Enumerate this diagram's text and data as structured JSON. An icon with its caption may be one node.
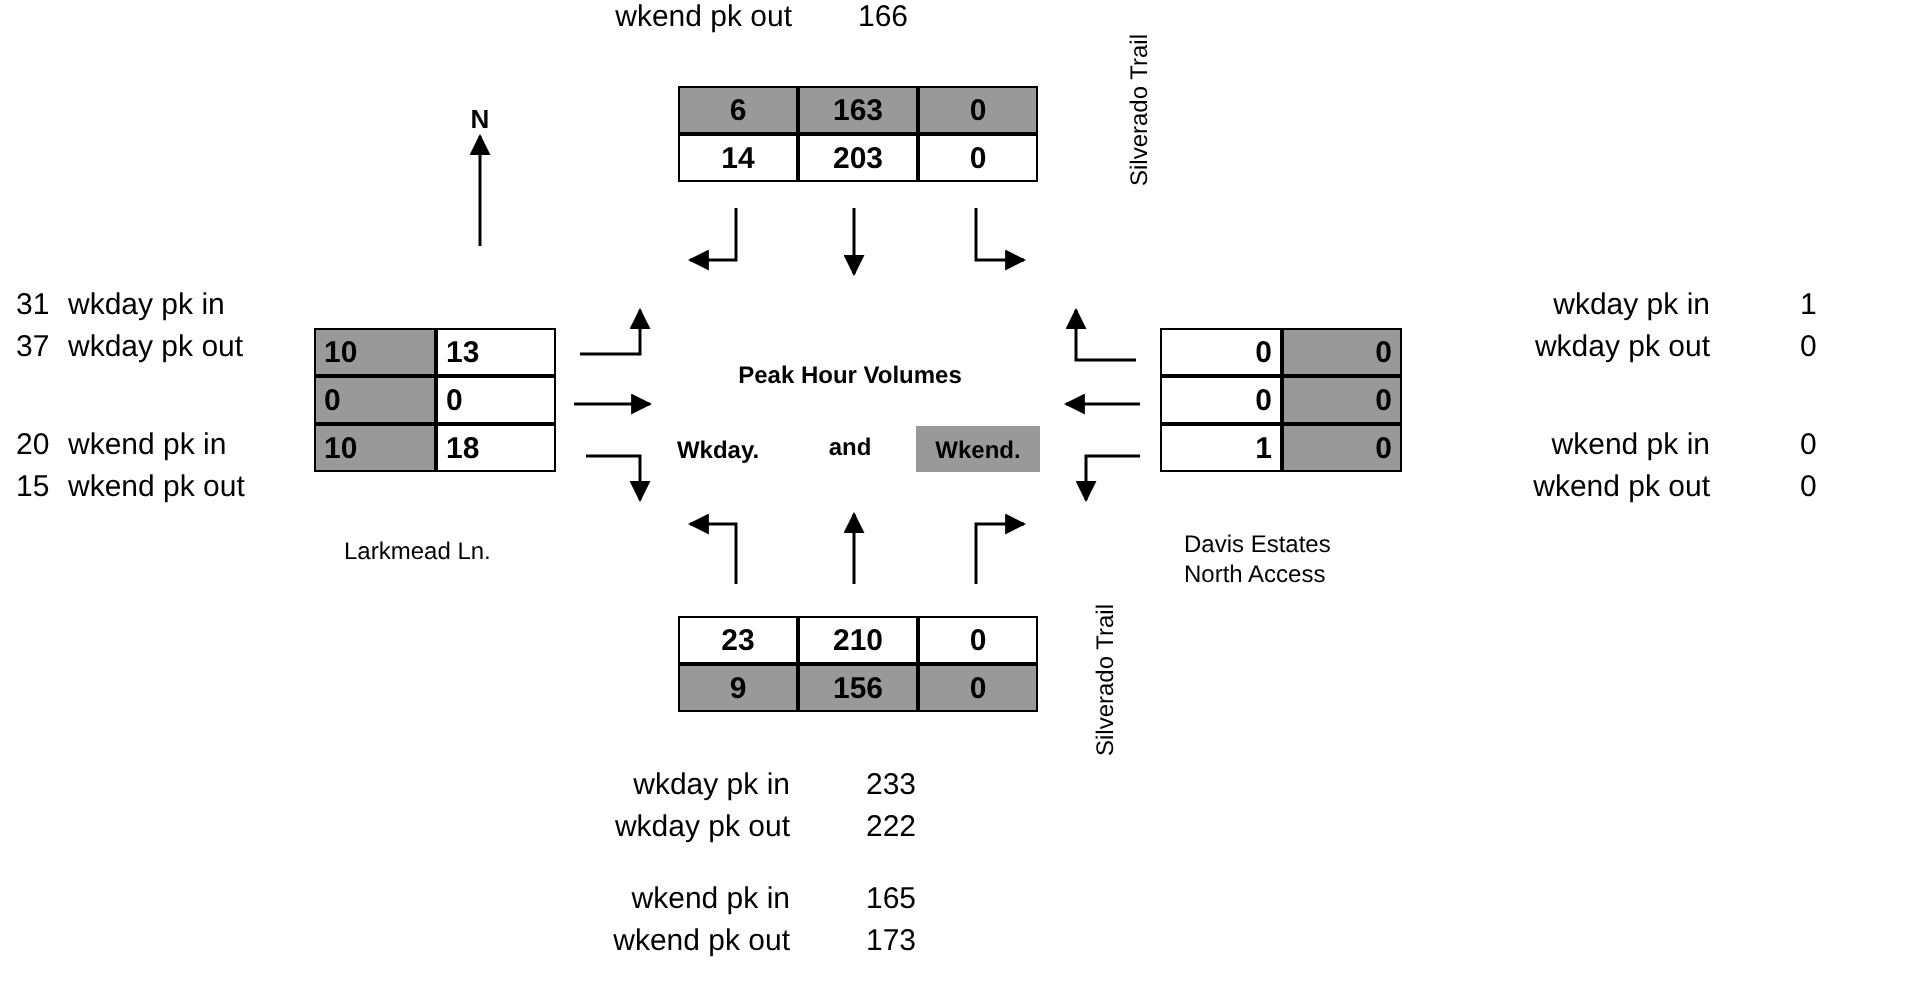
{
  "diagram": {
    "title": "Peak Hour Volumes",
    "labels": [
      "wkend pk out",
      "166",
      "N",
      "6",
      "163",
      "0",
      "Silverado Trail",
      "14",
      "203",
      "0",
      "31",
      "wkday pk in",
      "wkday pk in",
      "1",
      "37",
      "wkday pk out",
      "10",
      "13",
      "0",
      "0",
      "wkday pk out",
      "0",
      "0",
      "0",
      "0",
      "0",
      "20",
      "wkend pk in",
      "10",
      "18",
      "and",
      "1",
      "0",
      "wkend pk in",
      "0",
      "15",
      "wkend pk out",
      "wkend pk out",
      "0",
      "Larkmead Ln.",
      "Davis Estates North Access",
      "23",
      "210",
      "0",
      "Silverado Trail",
      "9",
      "156",
      "0",
      "wkday pk in",
      "233",
      "wkday pk out",
      "222",
      "wkend pk in",
      "165",
      "wkend pk out",
      "173"
    ],
    "legend": [
      {
        "text": "Wkday.",
        "color": "#ffffff"
      },
      {
        "text": "Wkend.",
        "color": "#999999"
      }
    ]
  }
}
